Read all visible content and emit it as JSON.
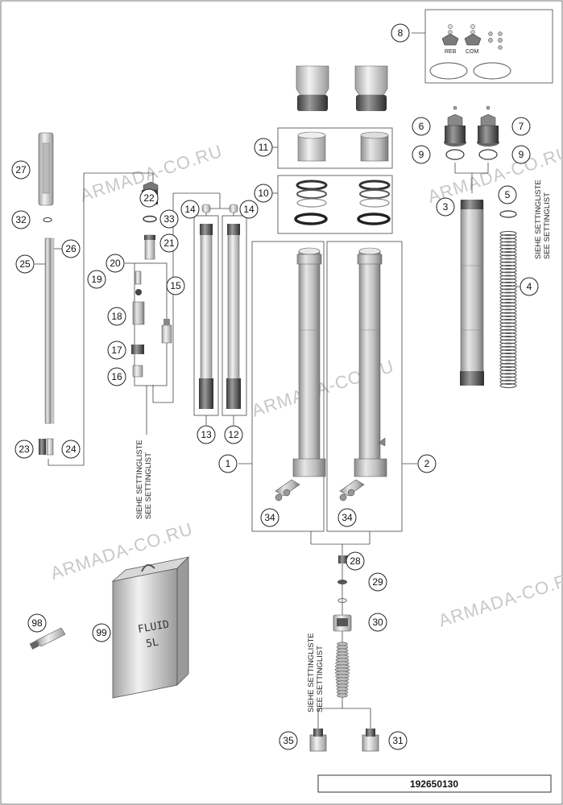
{
  "diagram_code": "192650130",
  "watermark": "ARMADA-CO.RU",
  "settinglist_de": "SIEHE SETTINGLISTE",
  "settinglist_en": "SEE SETTINGLIST",
  "cap_label_reb": "REB",
  "cap_label_com": "COM",
  "fluid_label_line1": "FLUID",
  "fluid_label_line2": "5L",
  "callouts": [
    "1",
    "2",
    "3",
    "4",
    "5",
    "6",
    "7",
    "8",
    "9",
    "9",
    "10",
    "11",
    "12",
    "13",
    "14",
    "14",
    "15",
    "16",
    "17",
    "18",
    "19",
    "20",
    "21",
    "22",
    "23",
    "24",
    "25",
    "26",
    "27",
    "28",
    "29",
    "30",
    "31",
    "32",
    "33",
    "34",
    "34",
    "35",
    "98",
    "99"
  ]
}
